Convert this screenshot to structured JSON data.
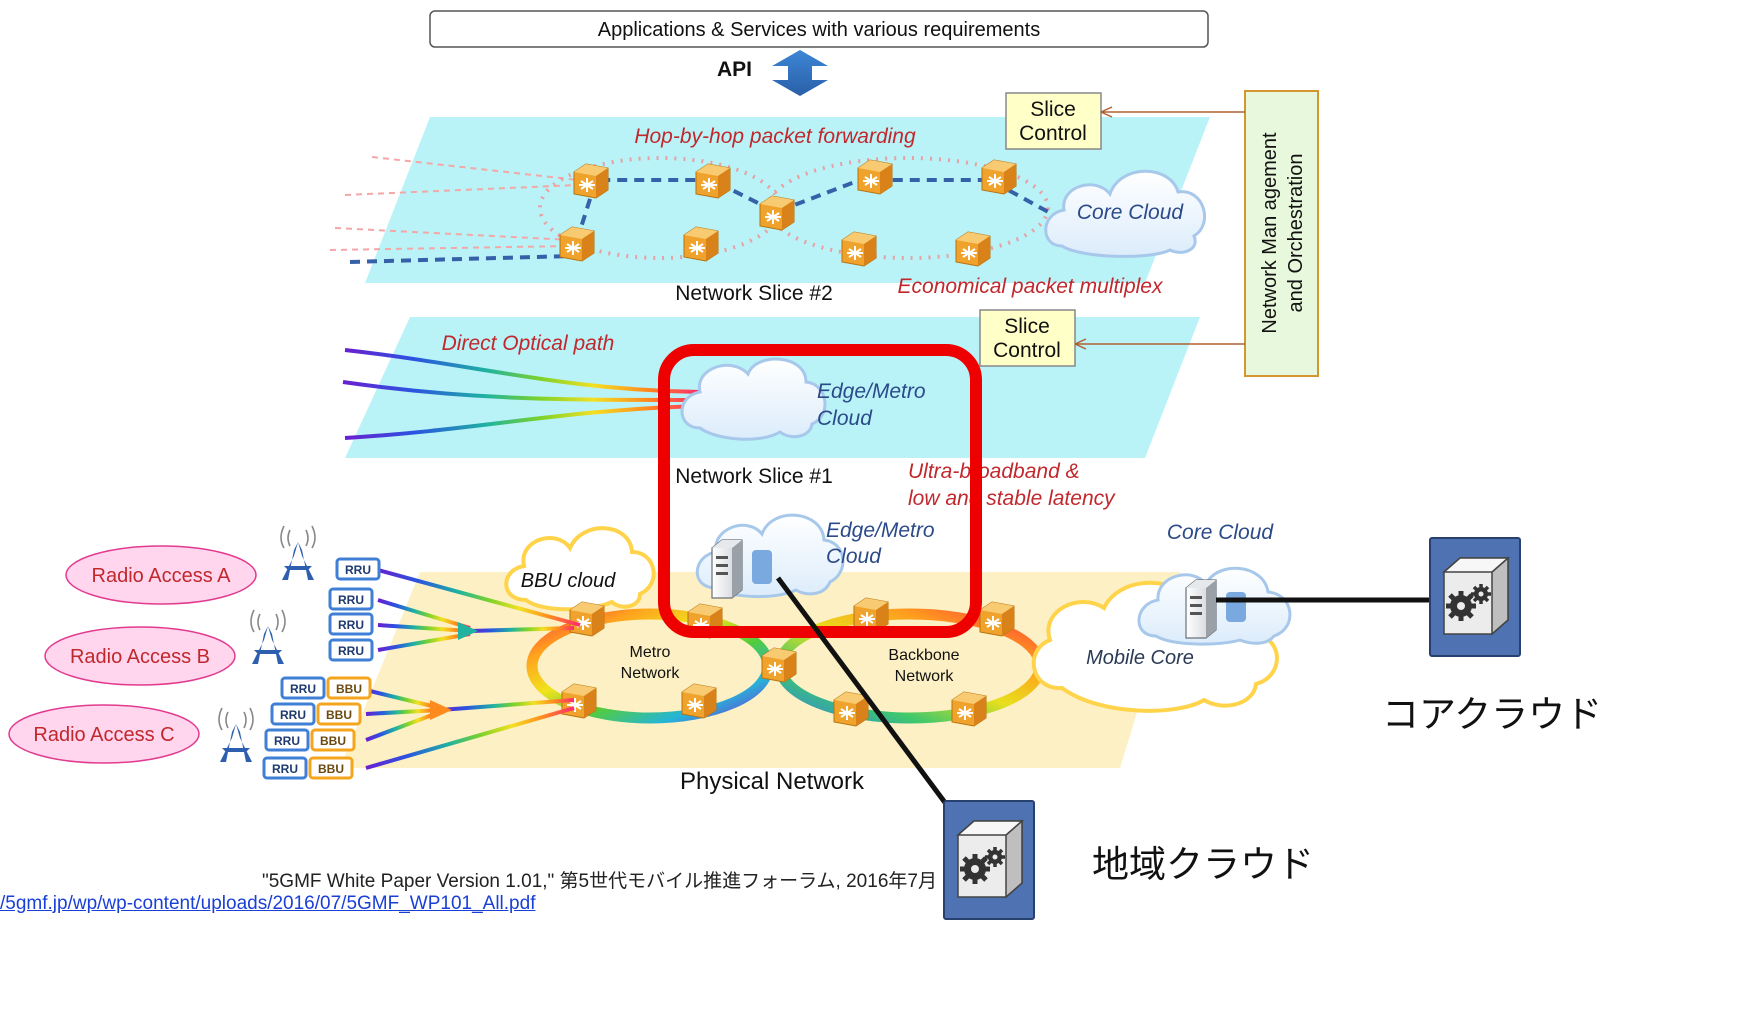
{
  "top_box": {
    "label": "Applications & Services with various requirements"
  },
  "api": {
    "label": "API"
  },
  "nmo": {
    "line1": "Network Man agement",
    "line2": "and Orchestration"
  },
  "slice_control": {
    "line1": "Slice",
    "line2": "Control"
  },
  "slice2": {
    "name": "Network Slice #2",
    "hop_label": "Hop-by-hop packet forwarding",
    "econ_label": "Economical packet multiplex",
    "core_cloud": "Core Cloud"
  },
  "slice1": {
    "name": "Network Slice #1",
    "optical_label": "Direct Optical path",
    "edge_cloud_l1": "Edge/Metro",
    "edge_cloud_l2": "Cloud",
    "ultra_l1": "Ultra-broadband &",
    "ultra_l2": "low and stable latency"
  },
  "physical": {
    "name": "Physical Network",
    "bbu_cloud": "BBU cloud",
    "edge_l1": "Edge/Metro",
    "edge_l2": "Cloud",
    "core_cloud": "Core Cloud",
    "mobile_core": "Mobile Core",
    "metro_l1": "Metro",
    "metro_l2": "Network",
    "backbone_l1": "Backbone",
    "backbone_l2": "Network",
    "rru": "RRU",
    "bbu": "BBU"
  },
  "radio": {
    "a": "Radio Access A",
    "b": "Radio Access B",
    "c": "Radio Access C"
  },
  "labels_jp": {
    "core": "コアクラウド",
    "regional": "地域クラウド"
  },
  "citation": {
    "text": "\"5GMF White Paper Version 1.01,\" 第5世代モバイル推進フォーラム, 2016年7月",
    "url": "/5gmf.jp/wp/wp-content/uploads/2016/07/5GMF_WP101_All.pdf"
  },
  "colors": {
    "slice_plane": "#b9f3f7",
    "physical_plane": "#fdf0c4",
    "highlight": "#ee0000",
    "server_box": "#4f72b3"
  }
}
